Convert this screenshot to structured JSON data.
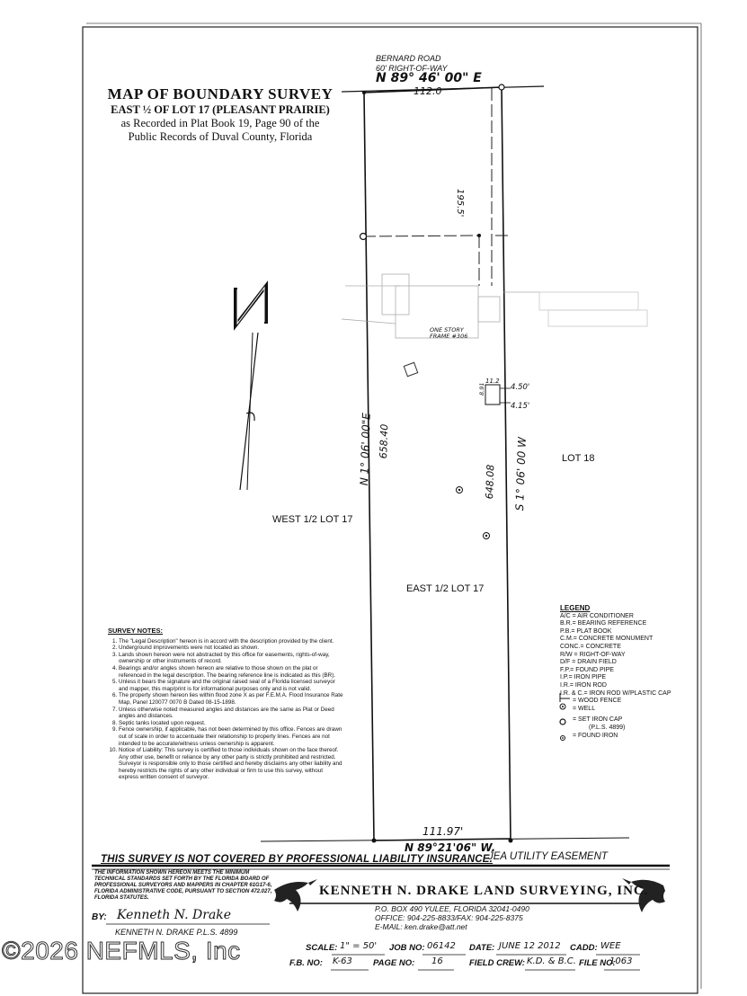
{
  "title": {
    "main": "MAP OF BOUNDARY SURVEY",
    "sub": "EAST ½ OF LOT 17 (PLEASANT PRAIRIE)",
    "line1": "as Recorded in Plat Book 19, Page 90 of the",
    "line2": "Public Records of Duval County, Florida"
  },
  "road": {
    "name": "BERNARD ROAD",
    "row": "60' RIGHT-OF-WAY"
  },
  "bearings": {
    "north_bearing": "N 89° 46' 00\" E",
    "north_distance": "112.0",
    "west_bearing": "N 1° 06' 00\"E",
    "west_distance": "658.40",
    "east_bearing": "S 1° 06' 00 W",
    "east_distance": "648.08",
    "south_distance": "111.97'",
    "south_bearing": "N 89°21'06\" W."
  },
  "dimensions": {
    "d1": "195.5'",
    "d2": "4.50'",
    "d3": "4.15'",
    "d4": "11.2",
    "d5": "8.91"
  },
  "labels": {
    "lot18": "LOT 18",
    "west_half": "WEST 1/2 LOT 17",
    "east_half": "EAST 1/2 LOT 17",
    "house": "ONE STORY",
    "house2": "FRAME #306"
  },
  "survey_notes": {
    "title": "SURVEY NOTES:",
    "items": [
      "The \"Legal Description\" hereon is in accord with the description provided by the client.",
      "Underground improvements were not located as shown.",
      "Lands shown hereon were not abstracted by this office for easements, rights-of-way, ownership or other instruments of record.",
      "Bearings and/or angles shown hereon are relative to those shown on the plat or referenced in the legal description. The bearing reference line is indicated as this (BR).",
      "Unless it bears the signature and the original raised seal of a Florida licensed surveyor and mapper, this map/print is for informational purposes only and is not valid.",
      "The property shown hereon lies within flood zone X as per F.E.M.A. Flood Insurance Rate Map, Panel 120077 0070 B Dated 08-15-1898.",
      "Unless otherwise noted measured angles and distances are the same as Plat or Deed angles and distances.",
      "Septic tanks located upon request.",
      "Fence ownership, if applicable, has not been determined by this office. Fences are drawn out of scale in order to accentuate their relationship to property lines. Fences are not intended to be accurate/witness unless ownership is apparent.",
      "Notice of Liability: This survey is certified to those individuals shown on the face thereof. Any other use, benefit or reliance by any other party is strictly prohibited and restricted. Surveyor is responsible only to those certified and hereby disclaims any other liability and hereby restricts the rights of any other individual or firm to use this survey, without express written consent of surveyor."
    ]
  },
  "legend": {
    "title": "LEGEND",
    "items": [
      "A/C = AIR CONDITIONER",
      "B.R.= BEARING REFERENCE",
      "P.B.= PLAT BOOK",
      "C.M.= CONCRETE MONUMENT",
      "CONC.= CONCRETE",
      "R/W = RIGHT-OF-WAY",
      "D/F = DRAIN FIELD",
      "F.P.= FOUND PIPE",
      "I.P.= IRON PIPE",
      "I.R.= IRON ROD",
      "I.R. & C.= IRON ROD W/PLASTIC CAP",
      "= WOOD FENCE",
      "= WELL",
      "= SET IRON CAP",
      "(P.L.S. 4899)",
      "= FOUND IRON"
    ]
  },
  "footer": {
    "disclaimer": "THIS SURVEY IS NOT COVERED BY PROFESSIONAL LIABILITY INSURANCE.",
    "easement": "JEA UTILITY EASEMENT",
    "fbpsm": "THE INFORMATION SHOWN HEREON MEETS THE MINIMUM TECHNICAL STANDARDS SET FORTH BY THE FLORIDA BOARD OF PROFESSIONAL SURVEYORS AND MAPPERS IN CHAPTER 61G17-6, FLORIDA ADMINISTRATIVE CODE, PURSUANT TO SECTION 472.027, FLORIDA STATUTES.",
    "company": "KENNETH N. DRAKE LAND SURVEYING, INC.",
    "address": "P.O. BOX 490 YULEE, FLORIDA 32041-0490",
    "phone": "OFFICE: 904-225-8833/FAX: 904-225-8375",
    "email": "E-MAIL: ken.drake@att.net",
    "by_label": "BY:",
    "signature": "Kenneth N. Drake",
    "signer": "KENNETH N. DRAKE P.L.S. 4899",
    "scale_label": "SCALE:",
    "scale": "1\" = 50'",
    "job_label": "JOB NO:",
    "job": "06142",
    "date_label": "DATE:",
    "date": "JUNE 12 2012",
    "cadd_label": "CADD:",
    "cadd": "WEE",
    "fb_label": "F.B. NO:",
    "fb": "K-63",
    "page_label": "PAGE NO:",
    "page": "16",
    "crew_label": "FIELD CREW:",
    "crew": "K.D. & B.C.",
    "file_label": "FILE NO:",
    "file": "1063"
  },
  "watermark": "©2026 NEFMLS, Inc"
}
